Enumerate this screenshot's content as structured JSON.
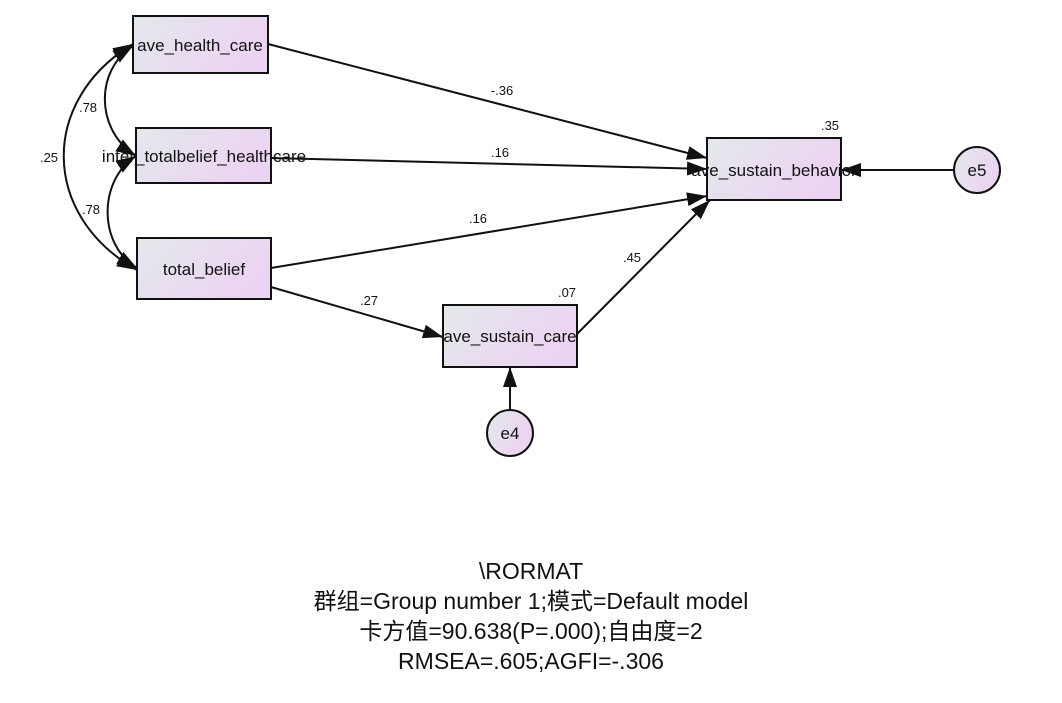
{
  "diagram": {
    "type": "path-diagram",
    "observed_variables": [
      {
        "id": "ave_health_care",
        "label": "ave_health_care"
      },
      {
        "id": "inter",
        "label": "inter_totalbelief_healthcare"
      },
      {
        "id": "total_belief",
        "label": "total_belief"
      },
      {
        "id": "ave_sustain_behavior",
        "label": "ave_sustain_behavior",
        "r2": ".35"
      },
      {
        "id": "ave_sustain_care",
        "label": "ave_sustain_care",
        "r2": ".07"
      }
    ],
    "error_terms": [
      {
        "id": "e5",
        "label": "e5",
        "target": "ave_sustain_behavior"
      },
      {
        "id": "e4",
        "label": "e4",
        "target": "ave_sustain_care"
      }
    ],
    "paths": [
      {
        "from": "ave_health_care",
        "to": "ave_sustain_behavior",
        "coef": "-.36"
      },
      {
        "from": "inter",
        "to": "ave_sustain_behavior",
        "coef": ".16"
      },
      {
        "from": "total_belief",
        "to": "ave_sustain_behavior",
        "coef": ".16"
      },
      {
        "from": "total_belief",
        "to": "ave_sustain_care",
        "coef": ".27"
      },
      {
        "from": "ave_sustain_care",
        "to": "ave_sustain_behavior",
        "coef": ".45"
      }
    ],
    "covariances": [
      {
        "a": "ave_health_care",
        "b": "inter",
        "coef": ".78"
      },
      {
        "a": "inter",
        "b": "total_belief",
        "coef": ".78"
      },
      {
        "a": "ave_health_care",
        "b": "total_belief",
        "coef": ".25"
      }
    ],
    "colors": {
      "box_fill_left": "#e3e9ea",
      "box_fill_right": "#ecd3f3",
      "stroke": "#111111"
    }
  },
  "footer": {
    "line1": "\\RORMAT",
    "line2": "群组=Group number 1;模式=Default model",
    "line3": "卡方值=90.638(P=.000);自由度=2",
    "line4": "RMSEA=.605;AGFI=-.306"
  }
}
